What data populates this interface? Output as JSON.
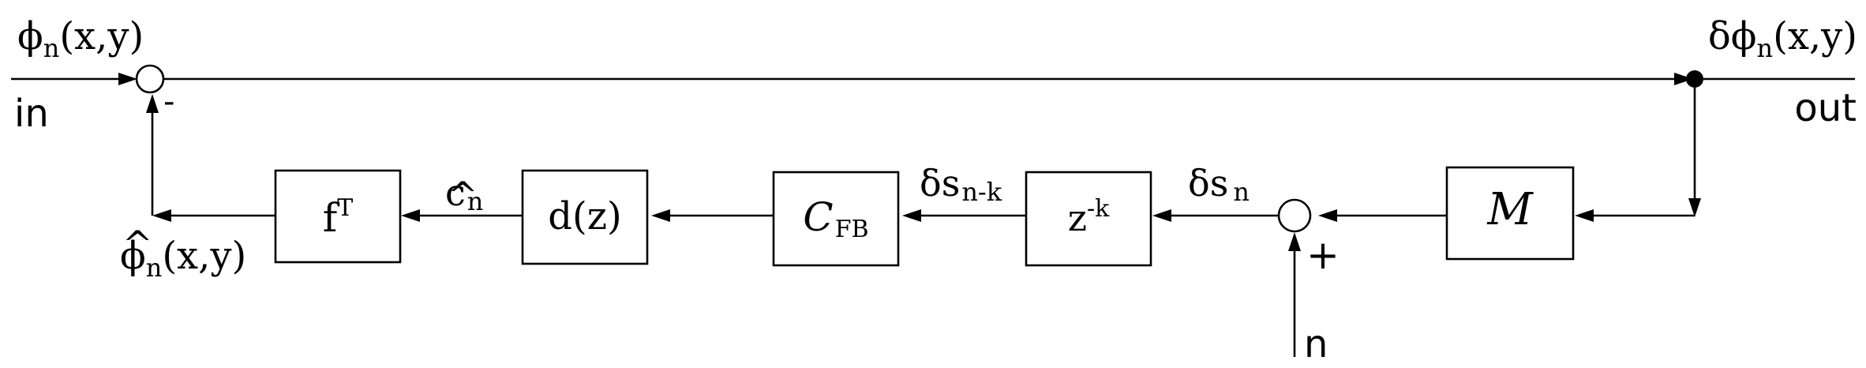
{
  "signals": {
    "input": {
      "base": "ϕ",
      "sub": "n",
      "args": "(x,y)"
    },
    "in_label": "in",
    "minus_sign": "-",
    "output": {
      "prefix": "δϕ",
      "sub": "n",
      "args": "(x,y)"
    },
    "out_label": "out",
    "estimate": {
      "base": "ϕ",
      "hat": "^",
      "sub": "n",
      "args": "(x,y)"
    },
    "coeffs": {
      "base": "c",
      "hat": "^",
      "sub": "n"
    },
    "delayed": {
      "base": "δs",
      "sub": "n-k"
    },
    "measured": {
      "base": "δs",
      "sub": "n"
    },
    "plus_sign": "+",
    "noise": "n"
  },
  "blocks": {
    "ft": {
      "base": "f",
      "sup": "T"
    },
    "dz": "d(z)",
    "cfb": {
      "base": "C",
      "sub": "FB"
    },
    "zk": {
      "base": "z",
      "sup": "-k"
    },
    "m": "M"
  }
}
